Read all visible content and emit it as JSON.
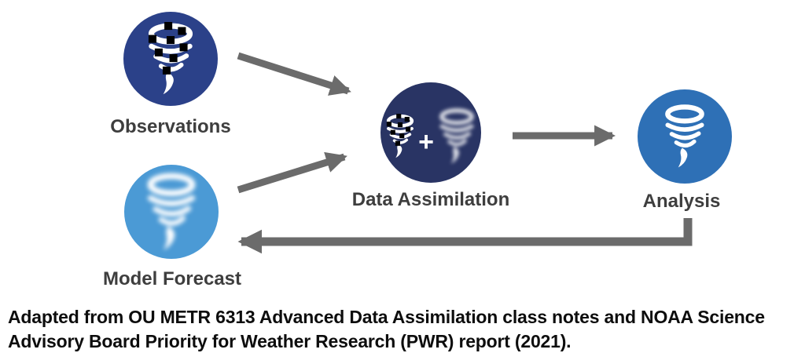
{
  "diagram": {
    "title_semantics": "data assimilation cycle",
    "nodes": {
      "observations": {
        "label": "Observations",
        "icon": "pixelated-tornado-icon",
        "circle_color": "#2B4189"
      },
      "model_forecast": {
        "label": "Model Forecast",
        "icon": "blurred-tornado-icon",
        "circle_color": "#4B9AD5"
      },
      "data_assimilation": {
        "label": "Data Assimilation",
        "icon": "pixelated-tornado-plus-blurred-tornado-icon",
        "plus": "+",
        "circle_color": "#293464"
      },
      "analysis": {
        "label": "Analysis",
        "icon": "tornado-icon",
        "circle_color": "#2E70B6"
      }
    },
    "arrows": [
      {
        "name": "observations-to-data-assimilation",
        "style": "straight-diagonal-down-right"
      },
      {
        "name": "model-forecast-to-data-assimilation",
        "style": "straight-diagonal-up-right"
      },
      {
        "name": "data-assimilation-to-analysis",
        "style": "straight-horizontal-right"
      },
      {
        "name": "analysis-to-model-forecast",
        "style": "elbow-down-then-left"
      }
    ],
    "colors": {
      "arrow": "#6B6B6B",
      "label_text": "#3E3E3E",
      "caption_text": "#0D0D0D",
      "background": "#FFFFFF",
      "tornado_icon": "#FFFFFF",
      "observation_squares": "#000000"
    }
  },
  "caption": {
    "lines": [
      "Adapted from OU METR 6313 Advanced Data Assimilation class notes and NOAA Science",
      "Advisory Board Priority for Weather Research (PWR) report (2021)."
    ]
  }
}
